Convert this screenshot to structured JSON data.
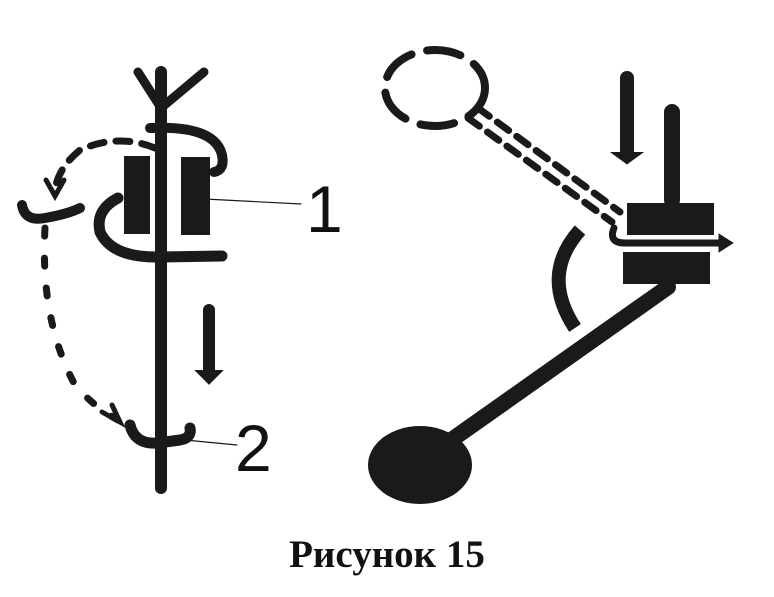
{
  "figure": {
    "caption": "Рисунок 15",
    "labels": {
      "one": "1",
      "two": "2"
    },
    "ink_color": "#1a1a1a",
    "panels": [
      {
        "name": "left",
        "description": "Vertical rod with forked top, two blocks, spiral loop and dashed return arc; labels 1 and 2"
      },
      {
        "name": "right",
        "description": "Lever with ball end pivoting at clamp block, dashed previous position, down arrows and curved rotation arrow"
      }
    ]
  }
}
